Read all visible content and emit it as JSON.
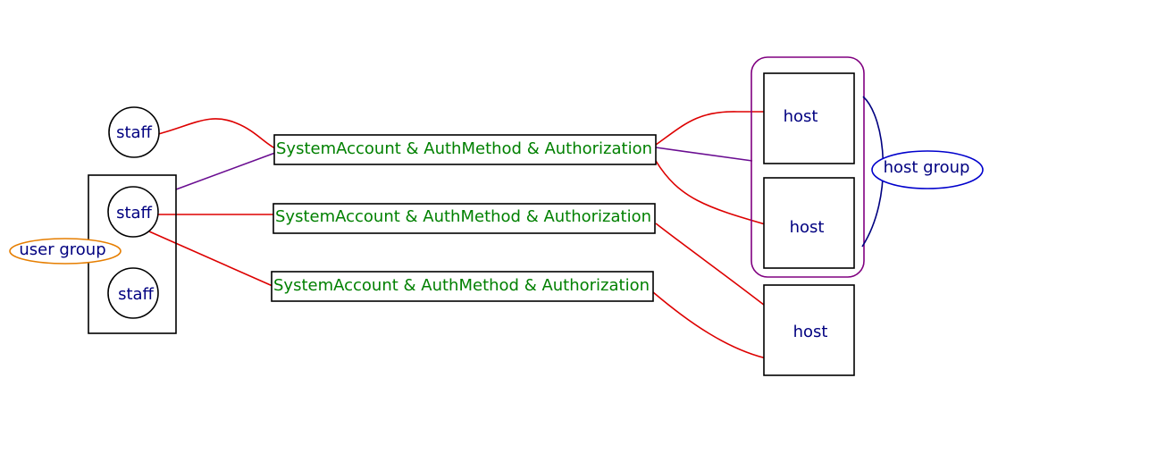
{
  "colors": {
    "background": "#ffffff",
    "node_stroke": "#000000",
    "label_text": "#000080",
    "rule_text": "#008000",
    "link_individual": "#dd0000",
    "link_group": "#6a0d91",
    "host_group_outline": "#800080",
    "host_group_bracket": "#000080",
    "host_group_oval": "#0000cc",
    "user_group_oval": "#e67e00"
  },
  "staff": [
    {
      "label": "staff"
    },
    {
      "label": "staff"
    },
    {
      "label": "staff"
    }
  ],
  "user_group": {
    "label": "user group"
  },
  "rules": [
    {
      "label": "SystemAccount & AuthMethod & Authorization"
    },
    {
      "label": "SystemAccount & AuthMethod & Authorization"
    },
    {
      "label": "SystemAccount & AuthMethod & Authorization"
    }
  ],
  "hosts": [
    {
      "label": "host"
    },
    {
      "label": "host"
    },
    {
      "label": "host"
    }
  ],
  "host_group": {
    "label": "host group"
  }
}
